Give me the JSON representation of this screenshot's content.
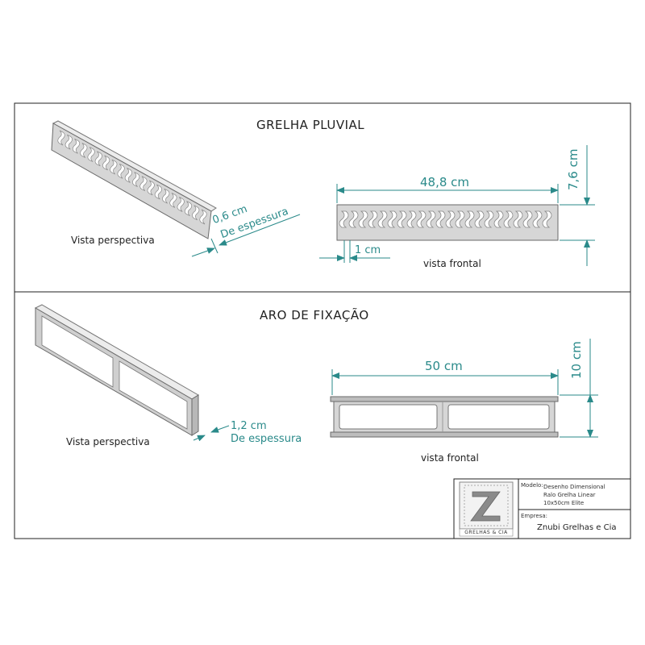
{
  "sections": {
    "grelha": {
      "title": "GRELHA PLUVIAL",
      "perspective_label": "Vista perspectiva",
      "front_label": "vista frontal",
      "dim_width": "48,8 cm",
      "dim_height": "7,6 cm",
      "dim_gap": "1 cm",
      "dim_thickness_value": "0,6 cm",
      "dim_thickness_text": "De espessura"
    },
    "aro": {
      "title": "ARO DE FIXAÇÃO",
      "perspective_label": "Vista perspectiva",
      "front_label": "vista frontal",
      "dim_width": "50 cm",
      "dim_height": "10 cm",
      "dim_thickness_value": "1,2 cm",
      "dim_thickness_text": "De espessura"
    }
  },
  "title_block": {
    "logo_text": "GRELHAS & CIA",
    "modelo_label": "Modelo:",
    "modelo_lines": [
      "Desenho Dimensional",
      "Ralo Grelha Linear",
      "10x50cm Elite"
    ],
    "empresa_label": "Empresa:",
    "empresa_value": "Znubi Grelhas e Cia"
  },
  "colors": {
    "line": "#222222",
    "dimension": "#2a8a8a",
    "part_fill": "#d6d6d6",
    "part_stroke": "#6a6a6a"
  }
}
